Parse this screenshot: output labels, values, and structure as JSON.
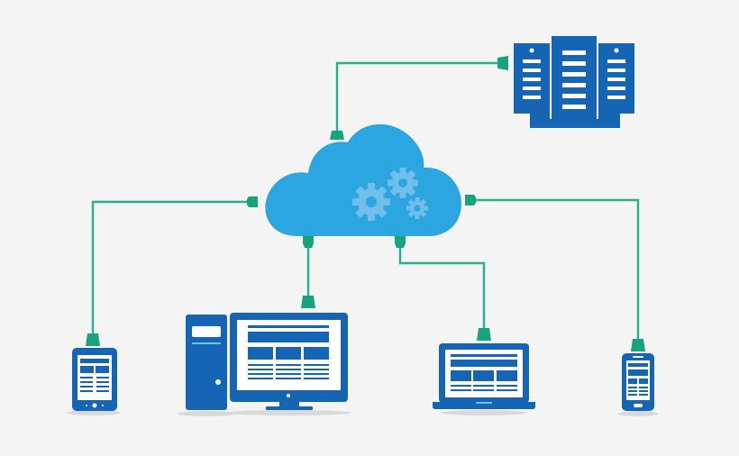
{
  "diagram": {
    "type": "cloud-network",
    "hub": "cloud-icon",
    "nodes": [
      {
        "id": "server",
        "icon": "server-rack-icon"
      },
      {
        "id": "tablet",
        "icon": "tablet-icon"
      },
      {
        "id": "desktop",
        "icon": "desktop-computer-icon"
      },
      {
        "id": "laptop",
        "icon": "laptop-icon"
      },
      {
        "id": "phone",
        "icon": "smartphone-icon"
      }
    ]
  },
  "colors": {
    "background": "#f4f4f5",
    "cloud": "#2ba6e1",
    "gears": "#6fbfea",
    "device_dark": "#1565b4",
    "device_screen": "#ffffff",
    "connector": "#22b38c",
    "connector_plug": "#16a37d",
    "shadow": "#d9d9dc"
  }
}
